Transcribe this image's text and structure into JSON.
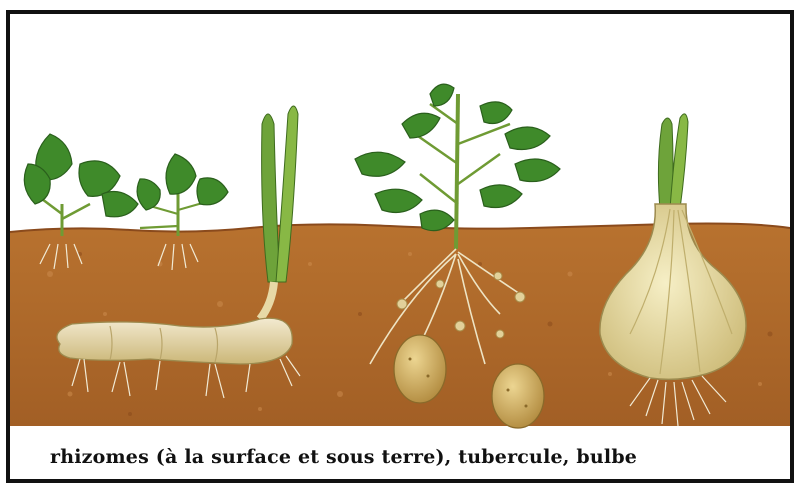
{
  "illustration": {
    "caption": "rhizomes (à la surface et sous terre), tubercule, bulbe",
    "colors": {
      "soil": "#b06a2c",
      "soil_dark": "#8a4a1c",
      "leaf": "#3f8a2a",
      "leaf_dark": "#2a5f1c",
      "stem": "#7fae3a",
      "rhizome": "#e7d9a6",
      "potato": "#c9a85a",
      "bulb": "#e9dfa8",
      "frame": "#111111"
    },
    "subjects": [
      "rhizome-plant-small",
      "rhizome-plant-small-2",
      "rhizome-with-shoot",
      "potato-plant-with-tubers",
      "onion-bulb"
    ]
  }
}
